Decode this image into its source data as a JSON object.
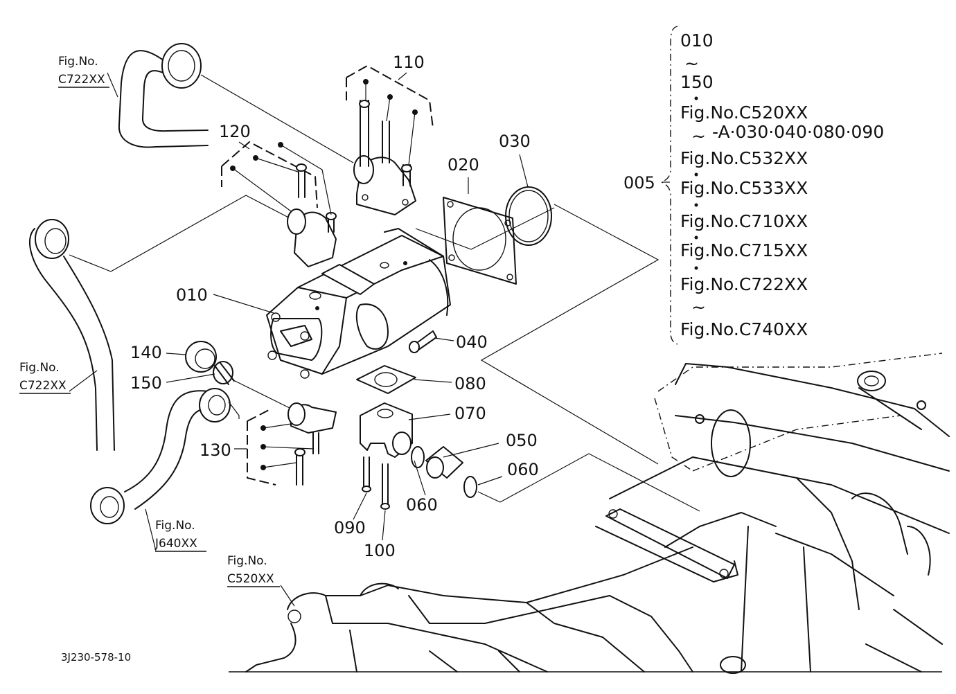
{
  "callouts": {
    "c010": "010",
    "c020": "020",
    "c030": "030",
    "c040": "040",
    "c050": "050",
    "c060a": "060",
    "c060b": "060",
    "c070": "070",
    "c080": "080",
    "c090": "090",
    "c100": "100",
    "c110": "110",
    "c120": "120",
    "c130": "130",
    "c140": "140",
    "c150": "150",
    "c005": "005"
  },
  "fig_refs": {
    "top_left": {
      "line1": "Fig.No.",
      "line2": "C722XX"
    },
    "mid_left": {
      "line1": "Fig.No.",
      "line2": "C722XX"
    },
    "bottom_pipe": {
      "line1": "Fig.No.",
      "line2": "J640XX"
    },
    "bottom_frame": {
      "line1": "Fig.No.",
      "line2": "C520XX"
    }
  },
  "legend": {
    "from": "010",
    "tilde1": "~",
    "to": "150",
    "refs": [
      "Fig.No.C520XX",
      "Fig.No.C532XX",
      "Fig.No.C533XX",
      "Fig.No.C710XX",
      "Fig.No.C715XX",
      "Fig.No.C722XX",
      "Fig.No.C740XX"
    ],
    "range_note": "-A·030·040·080·090",
    "tilde2": "~",
    "tilde3": "~"
  },
  "drawing_number": "3J230-578-10"
}
